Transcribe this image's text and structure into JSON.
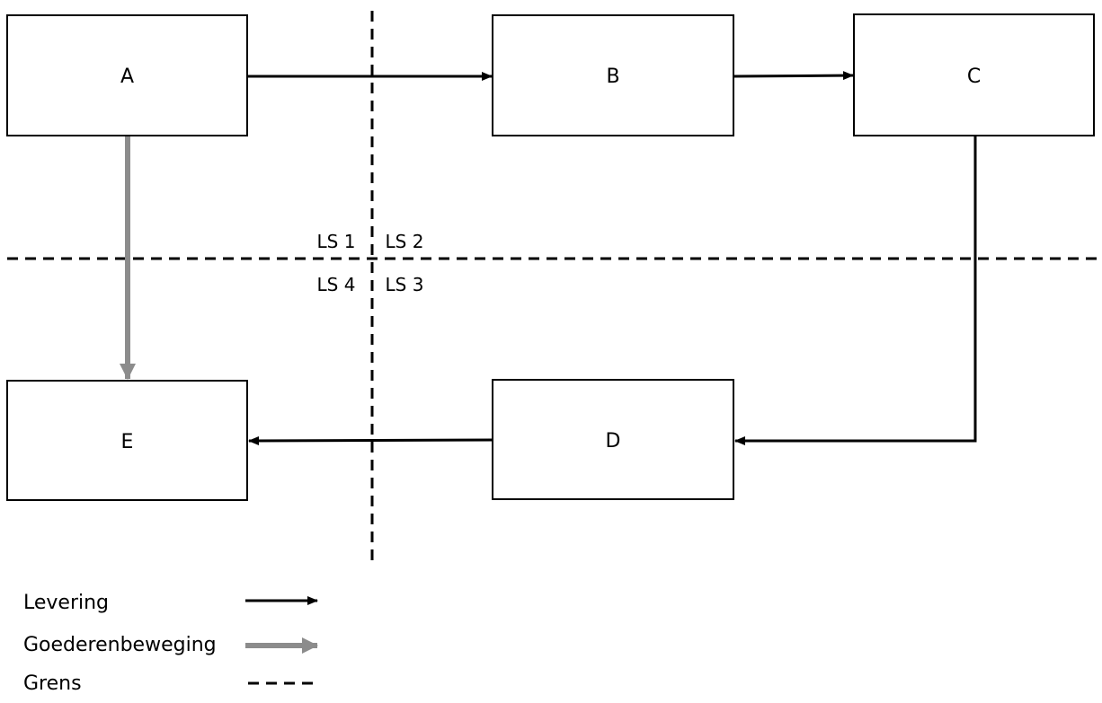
{
  "diagram": {
    "nodes": [
      {
        "id": "A",
        "label": "A"
      },
      {
        "id": "B",
        "label": "B"
      },
      {
        "id": "C",
        "label": "C"
      },
      {
        "id": "D",
        "label": "D"
      },
      {
        "id": "E",
        "label": "E"
      }
    ],
    "edges": [
      {
        "from": "A",
        "to": "B",
        "kind": "levering"
      },
      {
        "from": "B",
        "to": "C",
        "kind": "levering"
      },
      {
        "from": "C",
        "to": "D",
        "kind": "levering"
      },
      {
        "from": "D",
        "to": "E",
        "kind": "levering"
      },
      {
        "from": "A",
        "to": "E",
        "kind": "goederenbeweging"
      }
    ],
    "regions": {
      "ls1": "LS 1",
      "ls2": "LS 2",
      "ls3": "LS 3",
      "ls4": "LS 4"
    },
    "legend": {
      "levering": "Levering",
      "goederenbeweging": "Goederenbeweging",
      "grens": "Grens"
    },
    "colors": {
      "levering": "#000000",
      "goederenbeweging": "#8c8c8c",
      "grens": "#000000"
    }
  }
}
